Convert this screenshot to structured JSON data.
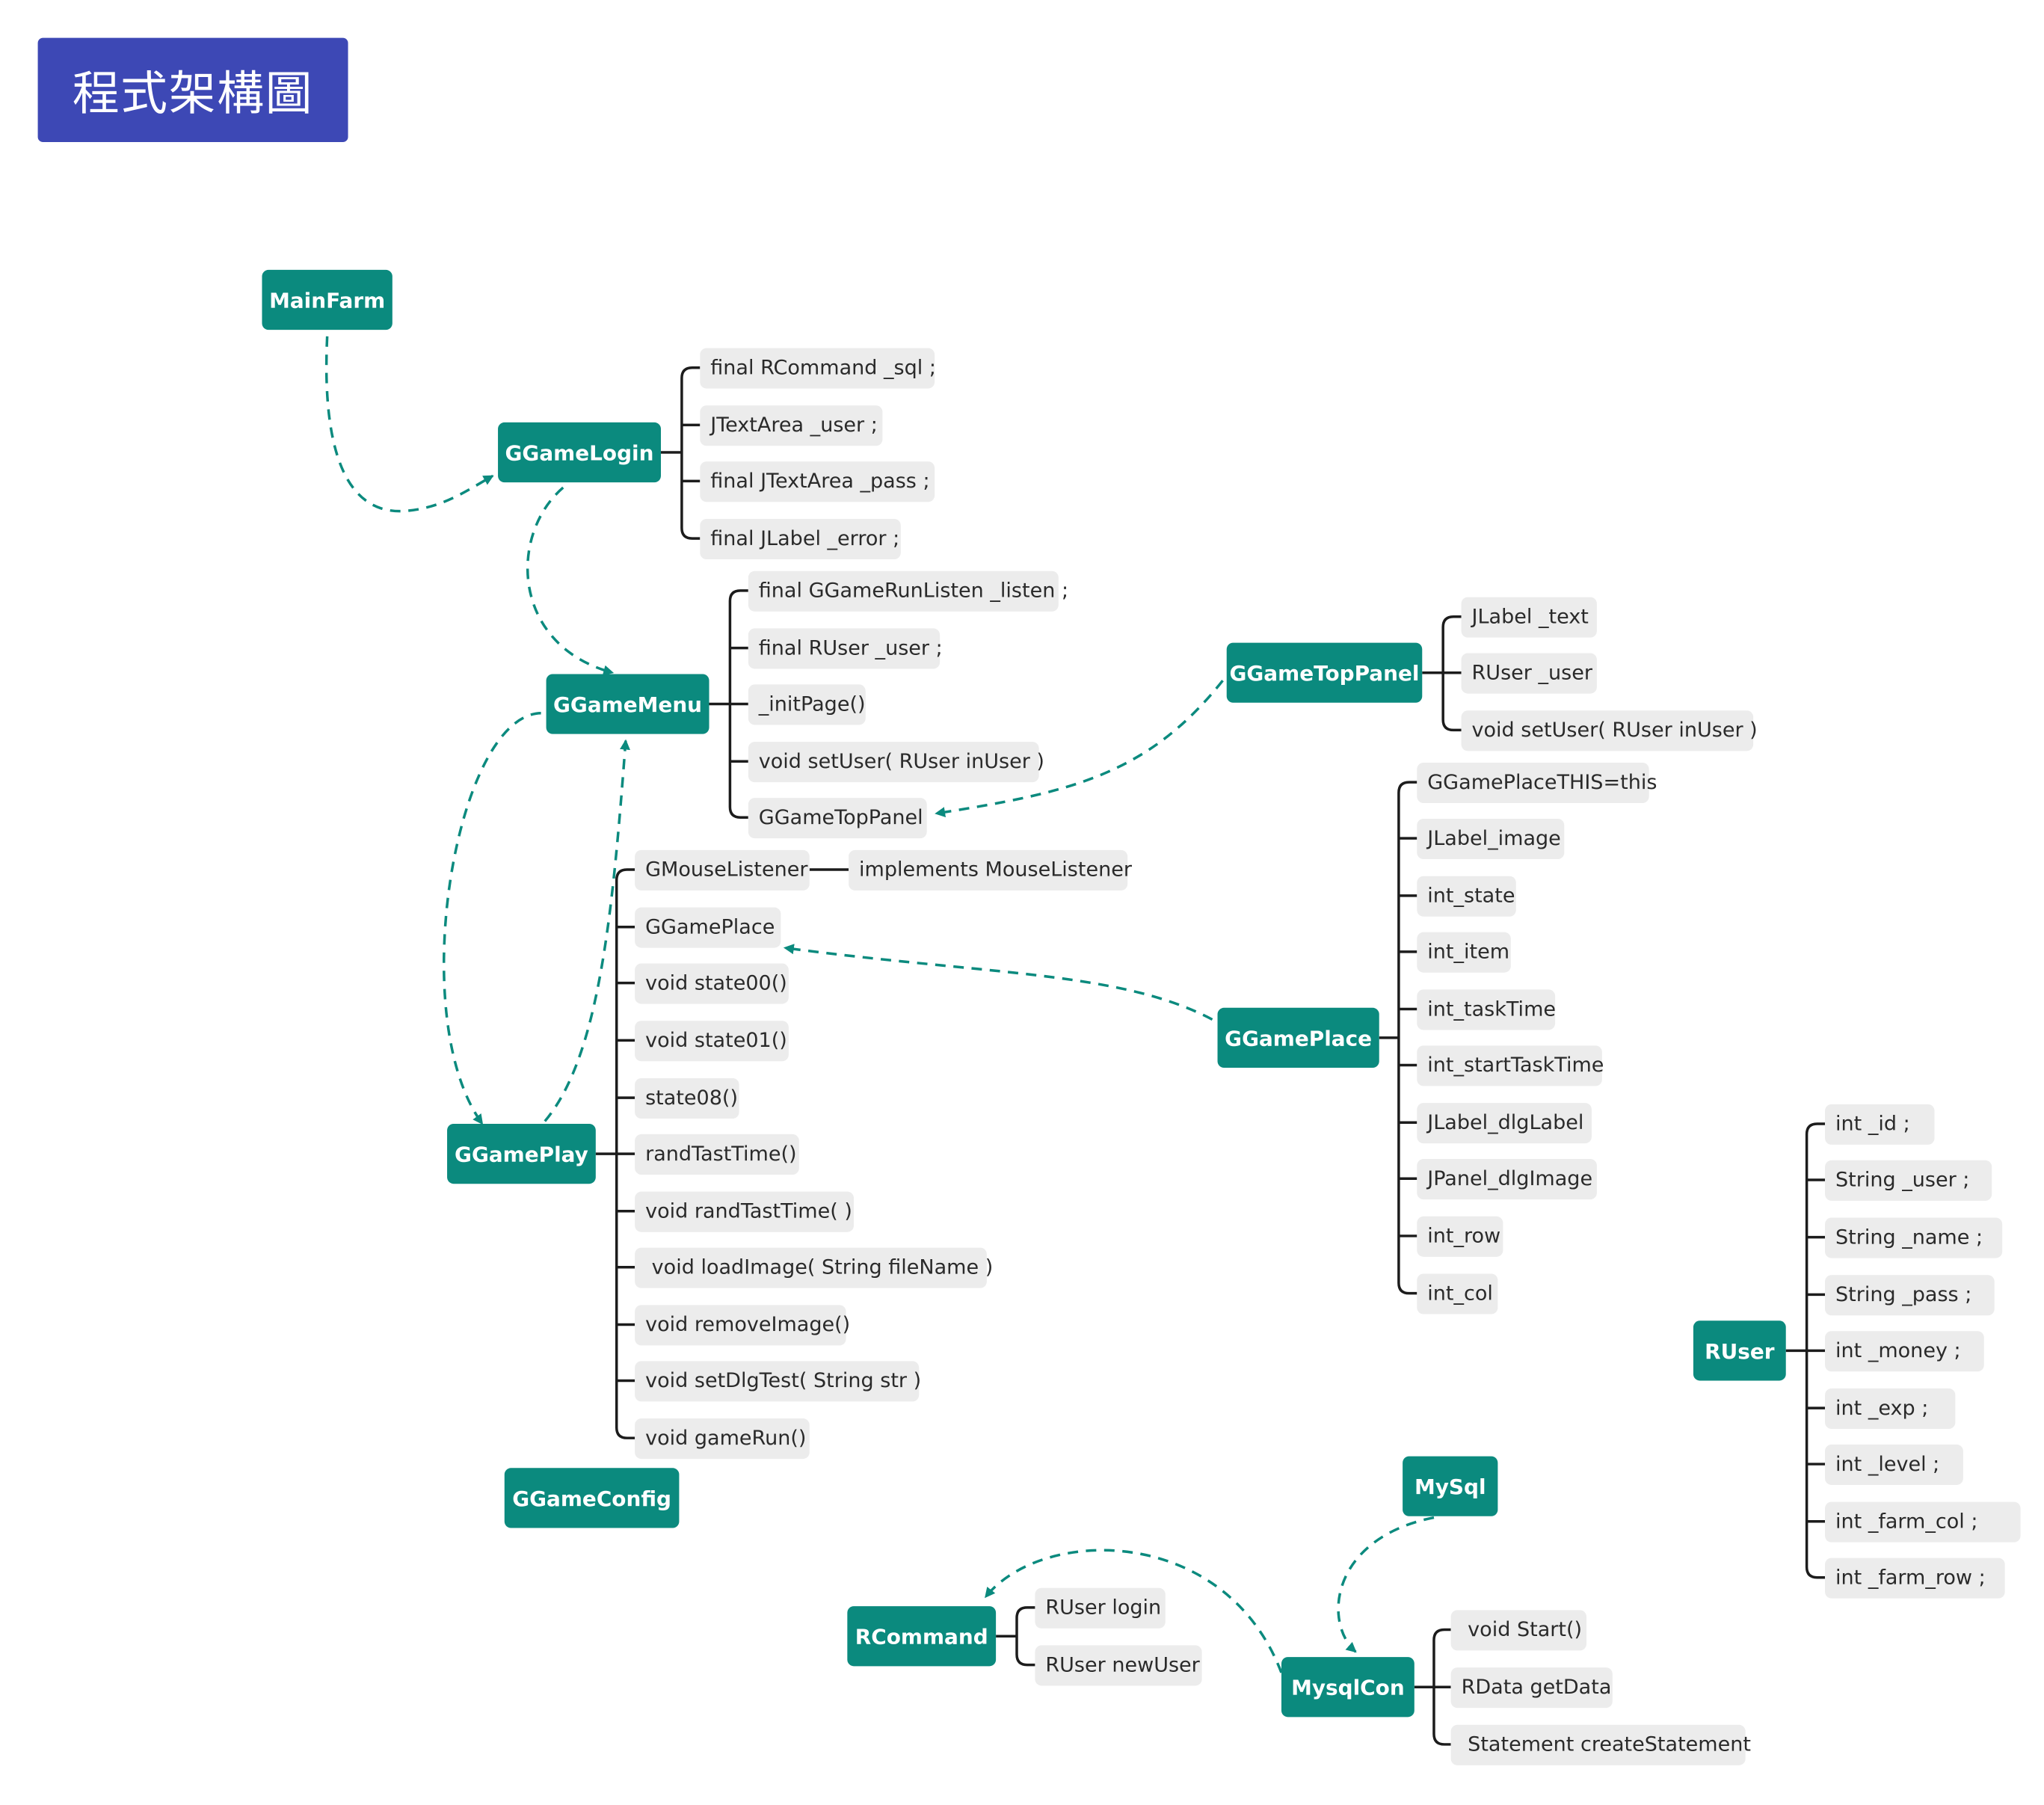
{
  "header": {
    "title": "程式架構圖"
  },
  "nodes": {
    "mainfarm": "MainFarm",
    "ggamelogin": "GGameLogin",
    "ggamemenu": "GGameMenu",
    "ggameplay": "GGamePlay",
    "ggameconfig": "GGameConfig",
    "ggametoppanel": "GGameTopPanel",
    "ggameplace": "GGamePlace",
    "ruser": "RUser",
    "mysql": "MySql",
    "mysqlcon": "MysqlCon",
    "rcommand": "RCommand"
  },
  "ggamelogin_fields": [
    "final RCommand _sql ;",
    "JTextArea _user ;",
    "final JTextArea _pass ;",
    "final JLabel _error ;"
  ],
  "ggamemenu_fields": [
    "final GGameRunListen _listen ;",
    "final RUser _user ;",
    "_initPage()",
    "void setUser( RUser inUser )",
    "GGameTopPanel"
  ],
  "ggametoppanel_fields": [
    "JLabel _text",
    "RUser _user",
    "void setUser( RUser inUser )"
  ],
  "ggameplay_fields": [
    "GMouseListener",
    "GGamePlace",
    "void state00()",
    "void state01()",
    "state08()",
    "randTastTime()",
    "void randTastTime( )",
    " void loadImage( String fileName )",
    "void removeImage()",
    "void setDlgTest( String str )",
    "void gameRun()"
  ],
  "gmouselistener_child": "implements MouseListener",
  "ggameplace_fields": [
    "GGamePlaceTHIS=this",
    "JLabel_image",
    "int_state",
    "int_item",
    "int_taskTime",
    "int_startTaskTime",
    "JLabel_dlgLabel",
    "JPanel_dlgImage",
    "int_row",
    "int_col"
  ],
  "ruser_fields": [
    "int _id ;",
    "String _user ;",
    "String _name ;",
    "String _pass ;",
    "int _money ;",
    "int _exp ;",
    "int _level ;",
    "int _farm_col ;",
    "int _farm_row ;"
  ],
  "rcommand_fields": [
    "RUser login",
    "RUser newUser"
  ],
  "mysqlcon_fields": [
    " void Start()",
    "RData getData",
    " Statement createStatement"
  ],
  "colors": {
    "node": "#0b8a7e",
    "title": "#3d48b5",
    "leaf": "#ececec",
    "line": "#1c1c1c",
    "dashed": "#0b8a7e"
  }
}
